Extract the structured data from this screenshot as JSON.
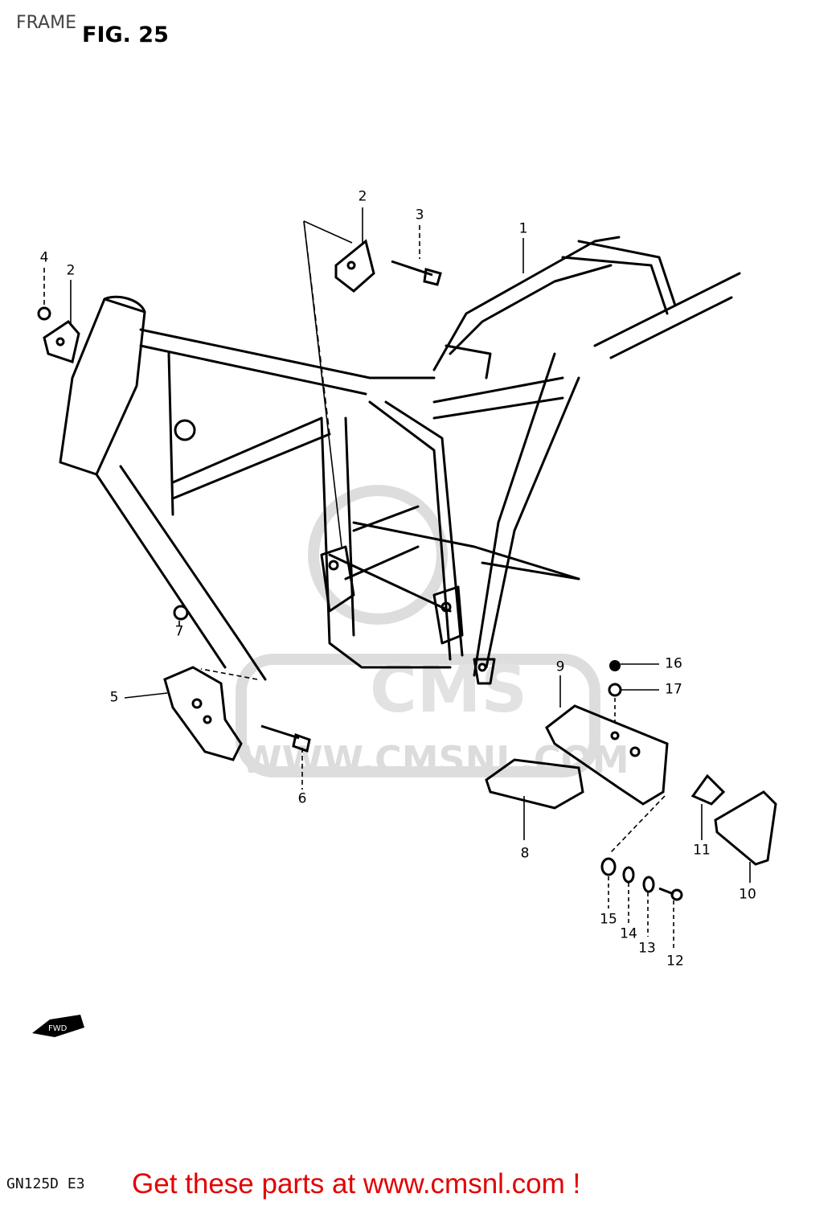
{
  "header": {
    "page_title": "FRAME",
    "figure_label": "FIG. 25"
  },
  "callouts": [
    {
      "id": "1",
      "label": "1"
    },
    {
      "id": "2a",
      "label": "2"
    },
    {
      "id": "2b",
      "label": "2"
    },
    {
      "id": "3",
      "label": "3"
    },
    {
      "id": "4",
      "label": "4"
    },
    {
      "id": "5",
      "label": "5"
    },
    {
      "id": "6",
      "label": "6"
    },
    {
      "id": "7",
      "label": "7"
    },
    {
      "id": "8",
      "label": "8"
    },
    {
      "id": "9",
      "label": "9"
    },
    {
      "id": "10",
      "label": "10"
    },
    {
      "id": "11",
      "label": "11"
    },
    {
      "id": "12",
      "label": "12"
    },
    {
      "id": "13",
      "label": "13"
    },
    {
      "id": "14",
      "label": "14"
    },
    {
      "id": "15",
      "label": "15"
    },
    {
      "id": "16",
      "label": "16"
    },
    {
      "id": "17",
      "label": "17"
    }
  ],
  "direction_marker": {
    "label": "FWD",
    "icon": "forward-arrow-icon"
  },
  "watermark": {
    "brand": "CMS",
    "url": "WWW.CMSNL.COM"
  },
  "footer": {
    "model_code": "GN125D E3",
    "cta_text": "Get these parts at www.cmsnl.com !",
    "cta_color": "#e30000"
  }
}
